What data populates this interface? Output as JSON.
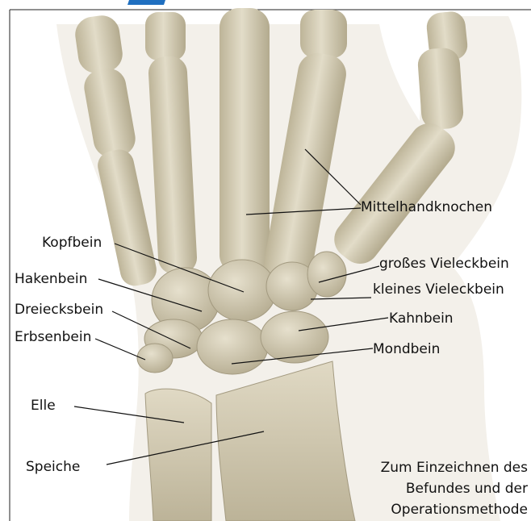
{
  "labels": {
    "mittelhandknochen": "Mittelhandknochen",
    "kopfbein": "Kopfbein",
    "hakenbein": "Hakenbein",
    "dreiecksbein": "Dreiecksbein",
    "erbsenbein": "Erbsenbein",
    "grosses_vieleckbein": "großes Vieleckbein",
    "kleines_vieleckbein": "kleines Vieleckbein",
    "kahnbein": "Kahnbein",
    "mondbein": "Mondbein",
    "elle": "Elle",
    "speiche": "Speiche"
  },
  "note": {
    "line1": "Zum Einzeichnen des",
    "line2": "Befundes und der",
    "line3": "Operationsmethode"
  },
  "colors": {
    "bone": "#d9d2bd",
    "bone_shade": "#b7ae93",
    "soft_tissue": "#f3f0ea",
    "header_accent": "#1f6fc0",
    "leader_line": "#111111"
  }
}
